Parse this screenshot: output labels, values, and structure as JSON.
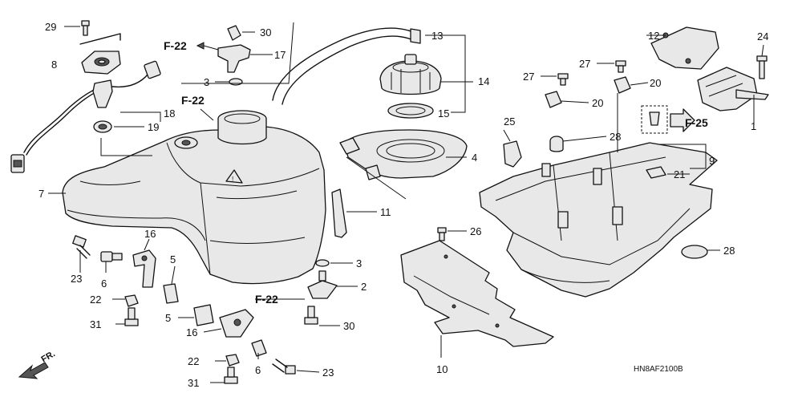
{
  "diagram": {
    "code": "HN8AF2100B",
    "direction_label": "FR.",
    "refs": {
      "f22": "F-22",
      "f25": "F-25"
    },
    "callouts": {
      "n1": "1",
      "n2": "2",
      "n3a": "3",
      "n3b": "3",
      "n4": "4",
      "n5a": "5",
      "n5b": "5",
      "n6a": "6",
      "n6b": "6",
      "n7": "7",
      "n8": "8",
      "n9": "9",
      "n10": "10",
      "n11": "11",
      "n12": "12",
      "n13": "13",
      "n14": "14",
      "n15": "15",
      "n16a": "16",
      "n16b": "16",
      "n17": "17",
      "n18": "18",
      "n19": "19",
      "n20a": "20",
      "n20b": "20",
      "n21": "21",
      "n22a": "22",
      "n22b": "22",
      "n23a": "23",
      "n23b": "23",
      "n24": "24",
      "n25": "25",
      "n26": "26",
      "n27a": "27",
      "n27b": "27",
      "n28a": "28",
      "n28b": "28",
      "n29": "29",
      "n30a": "30",
      "n30b": "30",
      "n31a": "31",
      "n31b": "31"
    }
  }
}
